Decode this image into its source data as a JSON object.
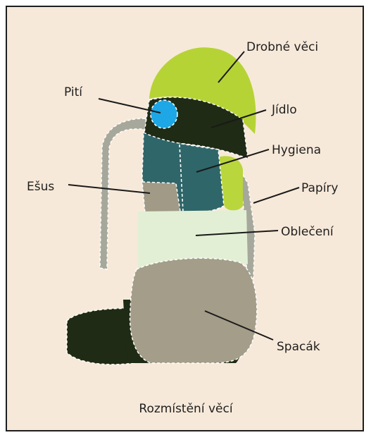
{
  "caption": "Rozmístění věcí",
  "labels": {
    "drobne_veci": "Drobné věci",
    "piti": "Pití",
    "jidlo": "Jídlo",
    "hygiena": "Hygiena",
    "esus": "Ešus",
    "papiry": "Papíry",
    "obleceni": "Oblečení",
    "spacak": "Spacák"
  },
  "colors": {
    "background": "#f7e9d9",
    "drobne_veci": "#b6d336",
    "piti": "#1da7e6",
    "jidlo": "#1f2b14",
    "hygiena": "#2f666a",
    "esus": "#a09a86",
    "papiry": "#b9d63c",
    "obleceni": "#e2efd5",
    "spacak": "#a39d89",
    "frame_straps": "#a7a89c"
  }
}
